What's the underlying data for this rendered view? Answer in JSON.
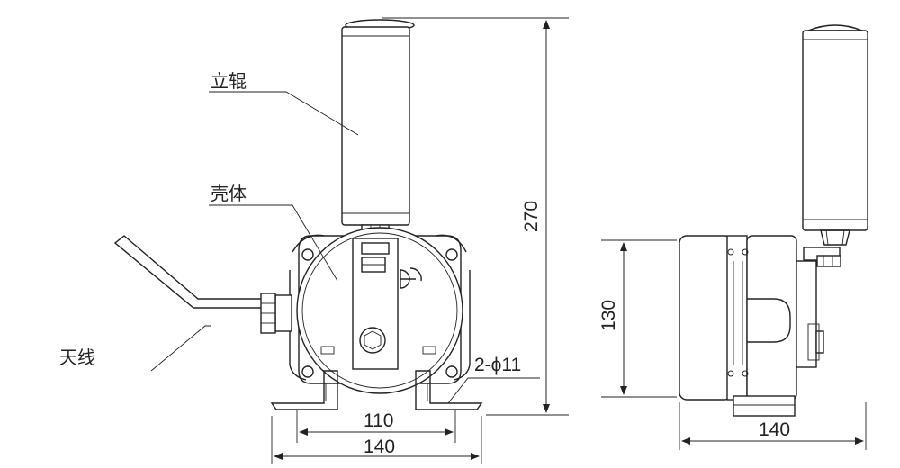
{
  "labels": {
    "roller": "立辊",
    "housing": "壳体",
    "antenna": "天线",
    "holes": "2-ϕ11"
  },
  "dimensions": {
    "height": "270",
    "hole_spacing": "110",
    "base_width_front": "140",
    "body_height": "130",
    "base_width_side": "140"
  }
}
